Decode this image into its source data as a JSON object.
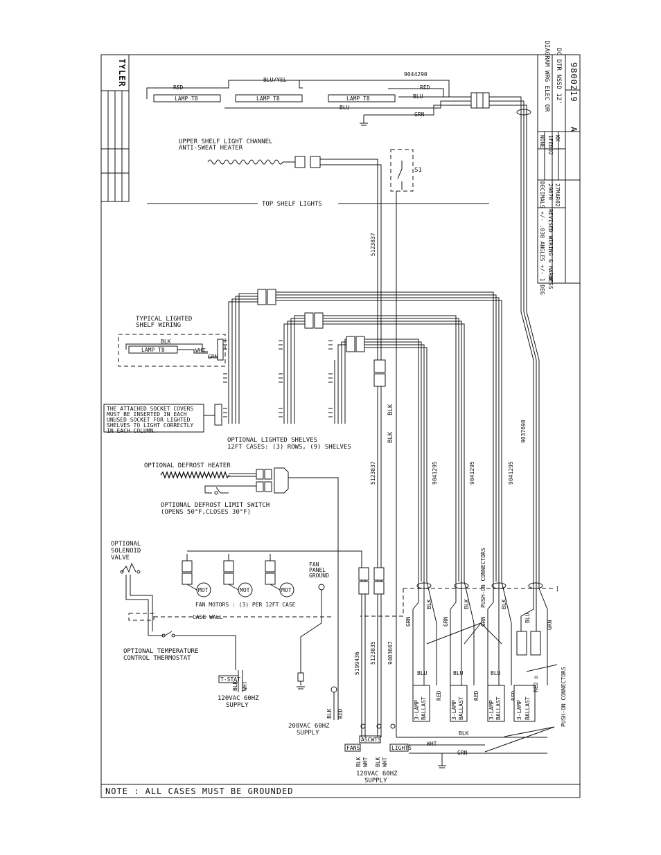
{
  "brand": {
    "logo_text": "TYLER"
  },
  "title_block": {
    "title_line1": "DIAGRAM WRG ELEC OR",
    "title_line2": "DC DTR    NSSD 12'",
    "drawing_number": "9800219",
    "revision": "A",
    "tolerance_note": "DECIMALS +/- .030 ANGLES +/- 1 DEG",
    "rev_description": "REVISED WIRING & HARNESS",
    "rev_letter": "A",
    "rev_ecn": "29870",
    "rev_date": "27MAR02",
    "drawn_by": "KK",
    "date": "1FEB02",
    "scale_label": "NONE"
  },
  "notes": {
    "ground_note": "NOTE : ALL CASES MUST BE GROUNDED"
  },
  "parts": {
    "harness_top": "9044290",
    "harness_shelf": "5123837",
    "harness_left": "5123837",
    "harness_ballast1": "9041295",
    "harness_ballast2": "9041295",
    "harness_ballast3": "9041295",
    "harness_ballast4": "9037698",
    "harness_fan": "5199436",
    "harness_anti": "5123835",
    "harness_therm": "9403667"
  },
  "labels": {
    "lamp": "LAMP T8",
    "upper_heater": "UPPER SHELF LIGHT CHANNEL",
    "upper_heater2": "ANTI-SWEAT HEATER",
    "switch": "S1",
    "top_shelf": "TOP SHELF LIGHTS",
    "typical_lighted": "TYPICAL LIGHTED",
    "shelf_wiring": "SHELF WIRING",
    "socket_note1": "THE ATTACHED SOCKET COVERS",
    "socket_note2": "MUST BE INSERTED IN EACH",
    "socket_note3": "UNUSED SOCKET FOR LIGHTED",
    "socket_note4": "SHELVES TO LIGHT CORRECTLY",
    "socket_note5": "IN EACH COLUMN.",
    "opt_shelves1": "OPTIONAL LIGHTED SHELVES",
    "opt_shelves2": "12FT CASES: (3) ROWS, (9) SHELVES",
    "defrost_heater": "OPTIONAL DEFROST HEATER",
    "defrost_switch": "OPTIONAL DEFROST LIMIT SWITCH",
    "defrost_switch2": "(OPENS 50°F,CLOSES 30°F)",
    "solenoid1": "OPTIONAL",
    "solenoid2": "SOLENOID",
    "solenoid3": "VALVE",
    "fan_panel1": "FAN",
    "fan_panel2": "PANEL",
    "fan_panel3": "GROUND",
    "motor": "MOT",
    "fan_motors": "FAN MOTORS : (3) PER 12FT CASE",
    "case_wall": "CASE WALL",
    "thermostat1": "OPTIONAL TEMPERATURE",
    "thermostat2": "CONTROL THERMOSTAT",
    "tstat": "T-STAT",
    "supply120": "120VAC  60HZ",
    "supply": "SUPPLY",
    "supply208": "208VAC  60HZ",
    "supply120b": "120VAC  60HZ",
    "fans_tag": "FANS",
    "ascwts_tag": "ASCWTS",
    "lights_tag": "LIGHTS",
    "push_on_top": "PUSH-ON CONNECTORS",
    "push_on_bottom": "PUSH-ON CONNECTORS",
    "ballast_line1": "3-LAMP",
    "ballast_line2": "BALLAST"
  },
  "wire_colors": {
    "red": "RED",
    "blu_yel": "BLU/YEL",
    "blu": "BLU",
    "grn": "GRN",
    "blk": "BLK",
    "wht": "WHT",
    "red_o": "RED o"
  }
}
